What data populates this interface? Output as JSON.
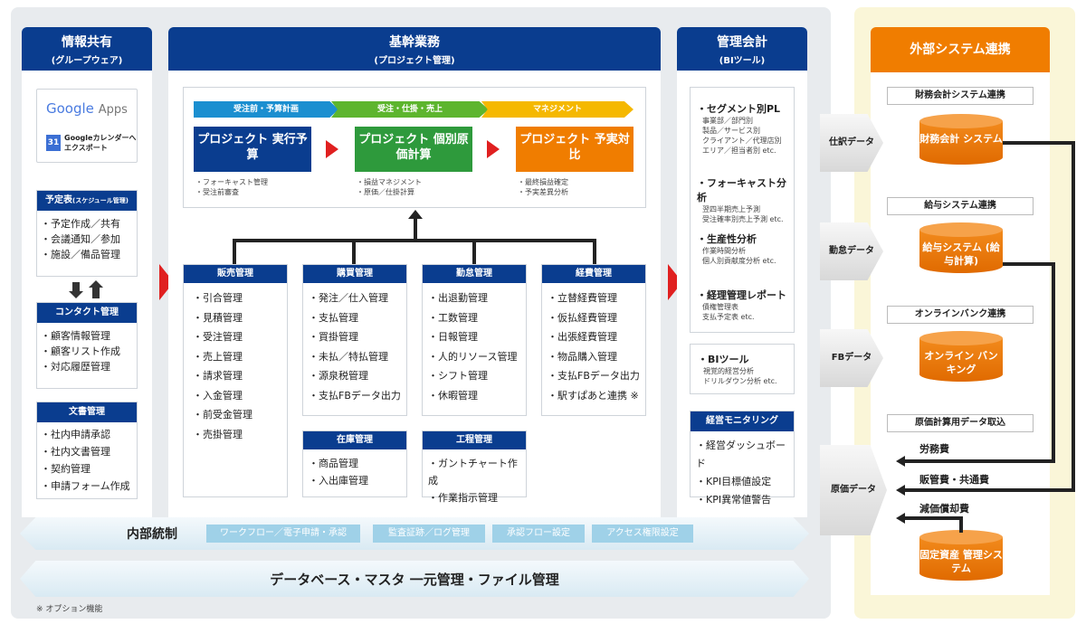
{
  "info_share": {
    "title": "情報共有",
    "subtitle": "(グループウェア)",
    "google_word": "Google",
    "apps_word": "Apps",
    "calendar_day": "31",
    "calendar_export": "Googleカレンダーへ エクスポート",
    "schedule_title": "予定表",
    "schedule_sub": "(スケジュール管理)",
    "schedule_items": [
      "予定作成／共有",
      "会議通知／参加",
      "施設／備品管理"
    ],
    "contact_title": "コンタクト管理",
    "contact_items": [
      "顧客情報管理",
      "顧客リスト作成",
      "対応履歴管理"
    ],
    "docs_title": "文書管理",
    "docs_items": [
      "社内申請承認",
      "社内文書管理",
      "契約管理",
      "申請フォーム作成"
    ]
  },
  "core": {
    "title": "基幹業務",
    "subtitle": "(プロジェクト管理)",
    "phases": [
      "受注前・予算計画",
      "受注・仕掛・売上",
      "マネジメント"
    ],
    "boxes": [
      {
        "title": "プロジェクト 実行予算",
        "notes": [
          "フォーキャスト管理",
          "受注前審査"
        ]
      },
      {
        "title": "プロジェクト 個別原価計算",
        "notes": [
          "損益マネジメント",
          "原価／仕掛計算"
        ]
      },
      {
        "title": "プロジェクト 予実対比",
        "notes": [
          "最終損益確定",
          "予実差異分析"
        ]
      }
    ],
    "modules": [
      {
        "title": "販売管理",
        "items": [
          "引合管理",
          "見積管理",
          "受注管理",
          "売上管理",
          "請求管理",
          "入金管理",
          "前受金管理",
          "売掛管理"
        ]
      },
      {
        "title": "購買管理",
        "items": [
          "発注／仕入管理",
          "支払管理",
          "買掛管理",
          "未払／特払管理",
          "源泉税管理",
          "支払FBデータ出力"
        ]
      },
      {
        "title": "勤怠管理",
        "items": [
          "出退勤管理",
          "工数管理",
          "日報管理",
          "人的リソース管理",
          "シフト管理",
          "休暇管理"
        ]
      },
      {
        "title": "経費管理",
        "items": [
          "立替経費管理",
          "仮払経費管理",
          "出張経費管理",
          "物品購入管理",
          "支払FBデータ出力",
          "駅すぱあと連携 ※"
        ]
      }
    ],
    "inventory": {
      "title": "在庫管理",
      "items": [
        "商品管理",
        "入出庫管理"
      ]
    },
    "process": {
      "title": "工程管理",
      "items": [
        "ガントチャート作成",
        "作業指示管理"
      ]
    }
  },
  "mgmt": {
    "title": "管理会計",
    "subtitle": "(BIツール)",
    "sections": [
      {
        "title": "セグメント別PL",
        "notes": [
          "事業部／部門別",
          "製品／サービス別",
          "クライアント／代理店別",
          "エリア／担当者別 etc."
        ]
      },
      {
        "title": "フォーキャスト分析",
        "notes": [
          "翌四半期売上予測",
          "受注確率別売上予測 etc."
        ]
      },
      {
        "title": "生産性分析",
        "notes": [
          "作業時間分析",
          "個人別貢献度分析 etc."
        ]
      },
      {
        "title": "経理管理レポート",
        "notes": [
          "債権管理表",
          "支払予定表 etc."
        ]
      }
    ],
    "bi": {
      "title": "BIツール",
      "notes": [
        "視覚的経営分析",
        "ドリルダウン分析 etc."
      ]
    },
    "monitor_title": "経営モニタリング",
    "monitor_items": [
      "経営ダッシュボード",
      "KPI目標値設定",
      "KPI異常値警告"
    ]
  },
  "internal": {
    "title": "内部統制",
    "chips": [
      "ワークフロー／電子申請・承認",
      "監査証跡／ログ管理",
      "承認フロー設定",
      "アクセス権限設定"
    ]
  },
  "database_bar": "データベース・マスタ 一元管理・ファイル管理",
  "footnote": "※ オプション機能",
  "external": {
    "title": "外部システム連携",
    "labels": [
      "財務会計システム連携",
      "給与システム連携",
      "オンラインバンク連携",
      "原価計算用データ取込"
    ],
    "systems": [
      "財務会計 システム",
      "給与システム (給与計算)",
      "オンライン バンキング",
      "固定資産 管理システム"
    ],
    "data_tags": [
      "仕訳データ",
      "勤怠データ",
      "FBデータ",
      "原価データ"
    ],
    "costs": [
      "労務費",
      "販管費・共通費",
      "減価償却費"
    ]
  },
  "colors": {
    "navy": "#0a3d8f",
    "orange": "#f07d00",
    "green": "#2e9a3c",
    "red": "#e02020",
    "chip": "#9fd1e8"
  }
}
